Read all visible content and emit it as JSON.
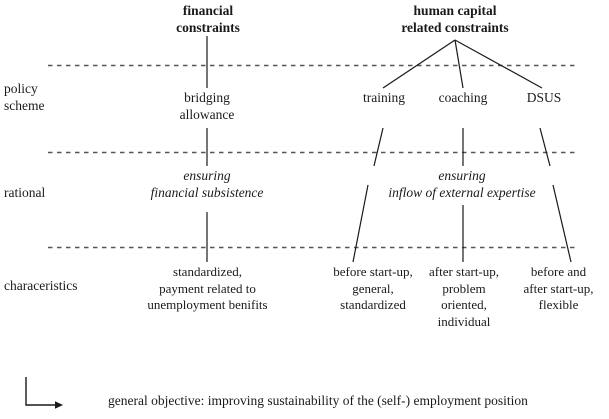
{
  "diagram": {
    "column_headers": [
      {
        "id": "financial",
        "label": "financial\nconstraints"
      },
      {
        "id": "human_capital",
        "label": "human capital\nrelated constraints"
      }
    ],
    "row_labels": [
      {
        "id": "policy_scheme",
        "label": "policy\nscheme"
      },
      {
        "id": "rational",
        "label": "rational"
      },
      {
        "id": "characeristics",
        "label": "characeristics"
      }
    ],
    "policy_schemes": [
      {
        "id": "bridging_allowance",
        "label": "bridging\nallowance"
      },
      {
        "id": "training",
        "label": "training"
      },
      {
        "id": "coaching",
        "label": "coaching"
      },
      {
        "id": "dsus",
        "label": "DSUS"
      }
    ],
    "rationals": [
      {
        "id": "financial_rational",
        "label": "ensuring\nfinancial subsistence"
      },
      {
        "id": "human_capital_rational",
        "label": "ensuring\ninflow of external expertise"
      }
    ],
    "characteristics": [
      {
        "id": "bridging_allowance_charac",
        "label": "standardized,\npayment related to\nunemployment benifits"
      },
      {
        "id": "training_charac",
        "label": "before start-up,\ngeneral,\nstandardized"
      },
      {
        "id": "coaching_charac",
        "label": "after start-up,\nproblem\noriented,\nindividual"
      },
      {
        "id": "dsus_charac",
        "label": "before and\nafter start-up,\nflexible"
      }
    ],
    "objective": "general objective: improving sustainability of the (self-) employment position",
    "colors": {
      "ink": "#1a1a1a",
      "separator": "#555555",
      "background": "#ffffff"
    }
  }
}
